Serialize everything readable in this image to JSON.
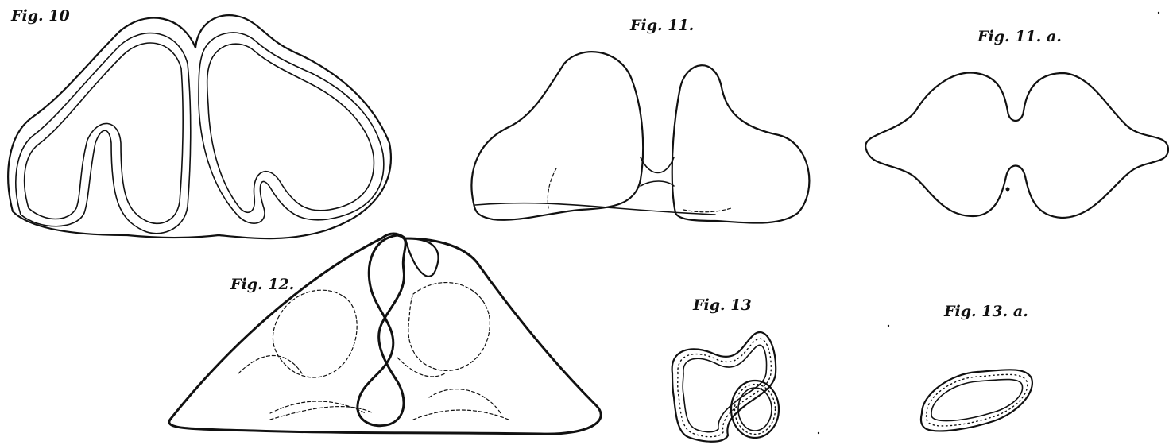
{
  "plate": {
    "background": "#ffffff",
    "ink": "#111111",
    "figures": [
      {
        "id": "fig10",
        "label": "Fig. 10"
      },
      {
        "id": "fig11",
        "label": "Fig. 11."
      },
      {
        "id": "fig11a",
        "label": "Fig. 11. a."
      },
      {
        "id": "fig12",
        "label": "Fig. 12."
      },
      {
        "id": "fig13",
        "label": "Fig. 13"
      },
      {
        "id": "fig13a",
        "label": "Fig. 13. a."
      }
    ]
  }
}
